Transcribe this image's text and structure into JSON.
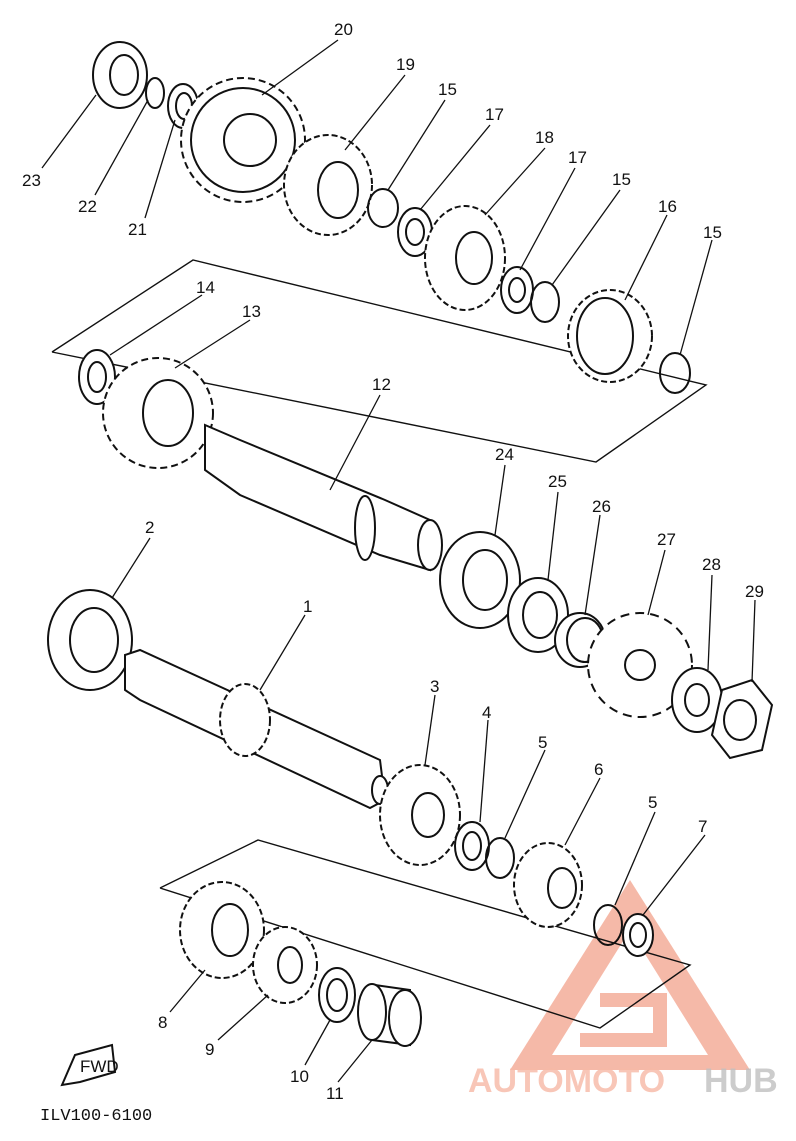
{
  "diagram": {
    "callouts": {
      "n1": "1",
      "n2": "2",
      "n3": "3",
      "n4": "4",
      "n5a": "5",
      "n5b": "5",
      "n6": "6",
      "n7": "7",
      "n8": "8",
      "n9": "9",
      "n10": "10",
      "n11": "11",
      "n12": "12",
      "n13": "13",
      "n14": "14",
      "n15a": "15",
      "n15b": "15",
      "n15c": "15",
      "n16": "16",
      "n17a": "17",
      "n17b": "17",
      "n18": "18",
      "n19": "19",
      "n20": "20",
      "n21": "21",
      "n22": "22",
      "n23": "23",
      "n24": "24",
      "n25": "25",
      "n26": "26",
      "n27": "27",
      "n28": "28",
      "n29": "29"
    },
    "fwd_label": "FWD",
    "drawing_code": "ILV100-6100"
  },
  "watermark": {
    "part1": "AUTOMOTO",
    "part2": "HUB",
    "colors": {
      "primary": "#f08a6e",
      "secondary": "#9a9a9a"
    }
  }
}
